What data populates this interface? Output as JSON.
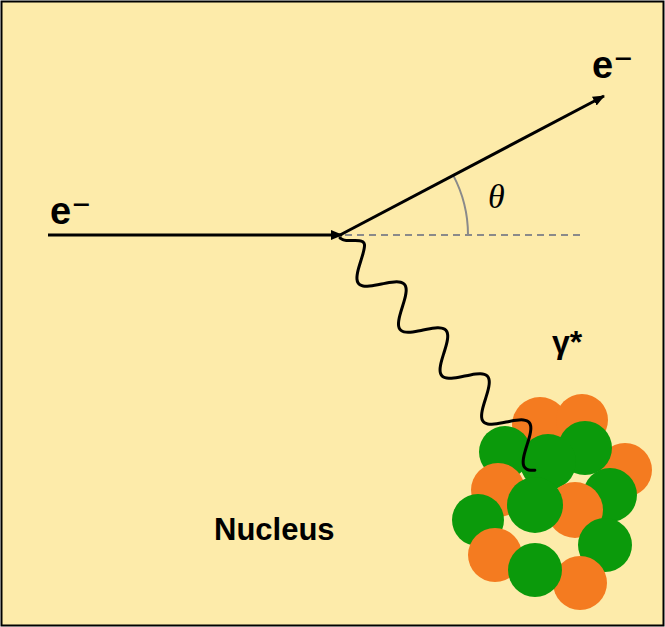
{
  "diagram": {
    "labels": [
      "e⁻",
      "e⁻",
      "θ",
      "γ*",
      "Nucleus"
    ]
  }
}
